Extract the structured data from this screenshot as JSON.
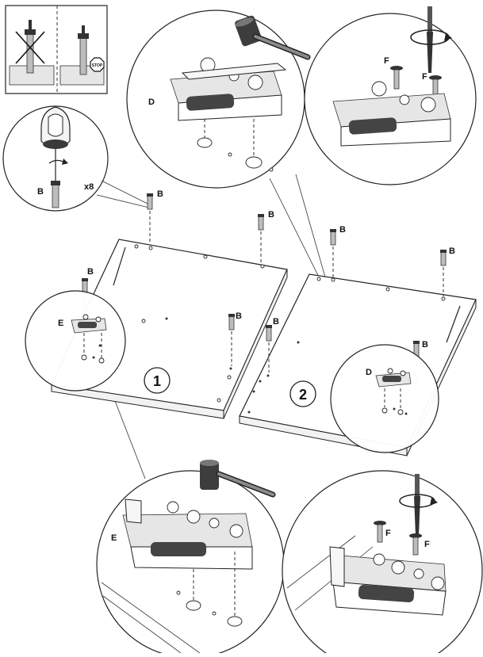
{
  "labels": {
    "dowel": "B",
    "quantity": "x8",
    "hinge_d": "D",
    "hinge_e": "E",
    "screw": "F"
  },
  "warning": {
    "stop_text": "STOP"
  },
  "steps": {
    "panel_1": "1",
    "panel_2": "2"
  },
  "colors": {
    "line": "#222222",
    "tool_handle": "#5a5a5a",
    "fill_light": "#e6e6e6"
  },
  "icons": [
    "hammer-icon",
    "screwdriver-icon",
    "rotate-arrow-icon",
    "stop-sign-icon",
    "cross-out-icon"
  ]
}
